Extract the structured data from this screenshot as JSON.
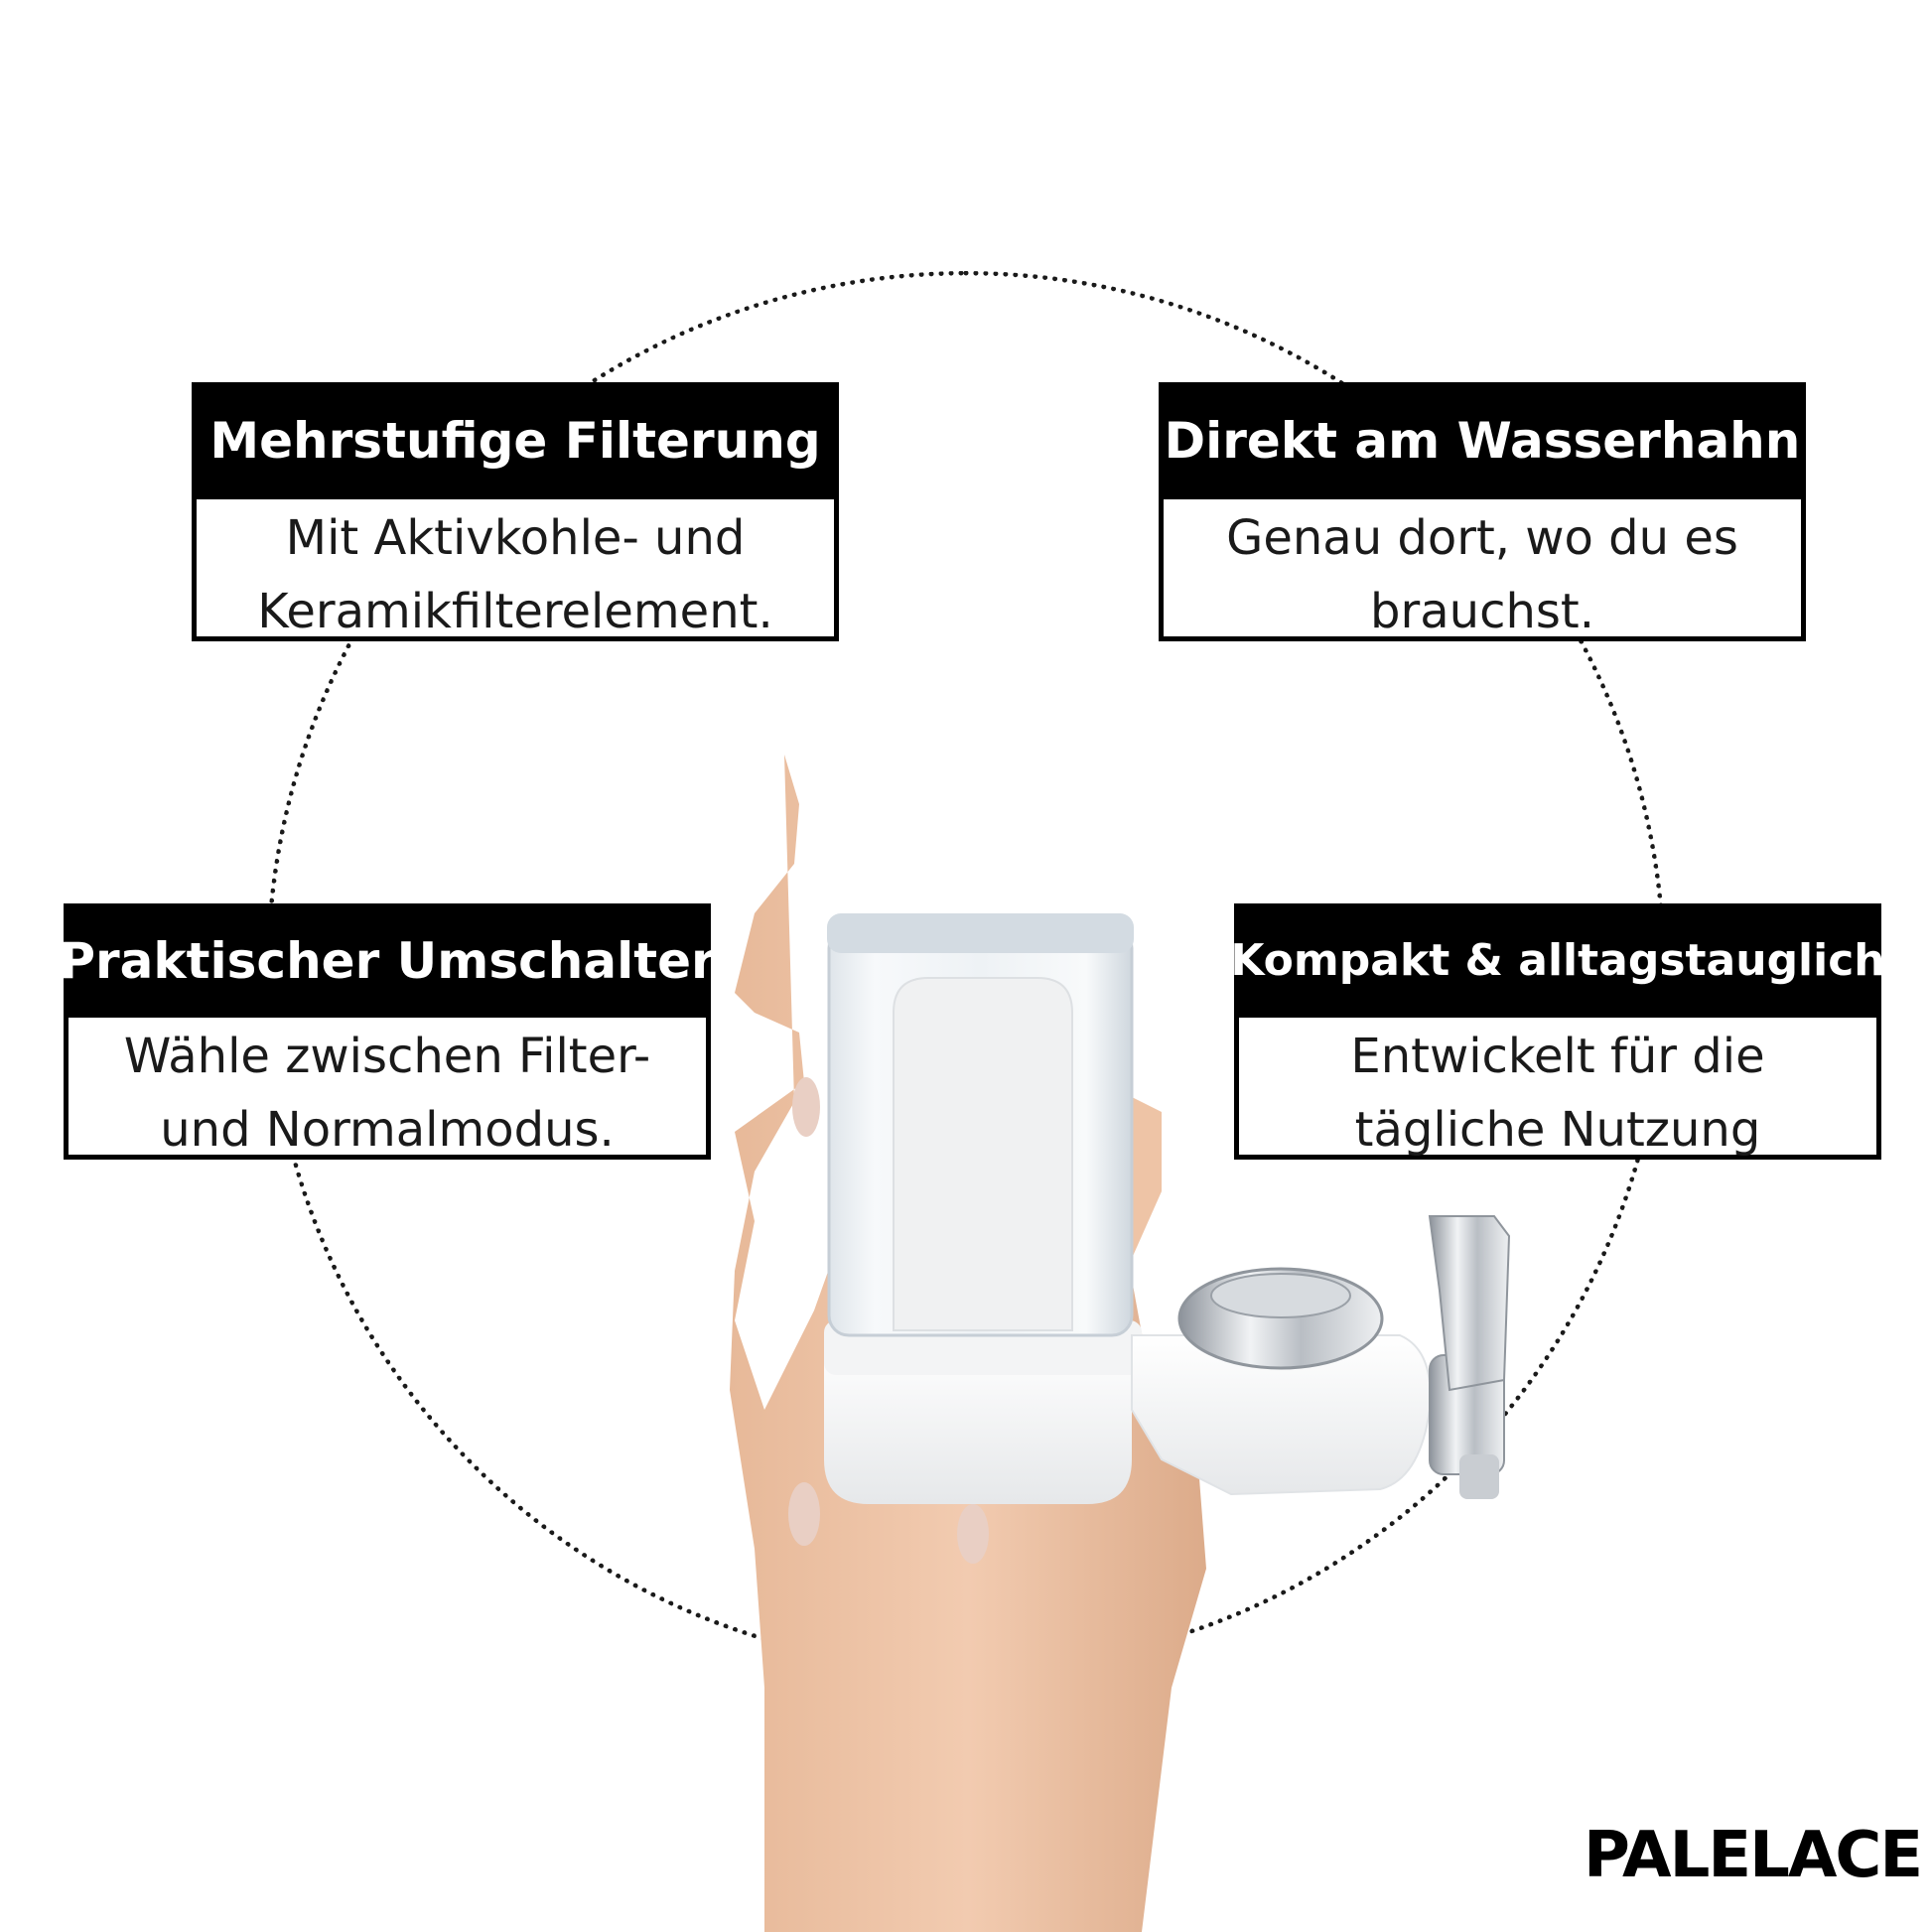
{
  "features": [
    {
      "title": "Mehrstufige Filterung",
      "lines": [
        "Mit Aktivkohle- und",
        "Keramikfilterelement."
      ]
    },
    {
      "title": "Direkt am Wasserhahn",
      "lines": [
        "Genau dort, wo du es",
        "brauchst."
      ]
    },
    {
      "title": "Praktischer Umschalter",
      "lines": [
        "Wähle zwischen Filter-",
        "und Normalmodus."
      ]
    },
    {
      "title": "Kompakt & alltagstauglich",
      "lines": [
        "Entwickelt für die",
        "tägliche Nutzung"
      ]
    }
  ],
  "brand": "PALELACE",
  "colors": {
    "card_header": "#000000",
    "ring": "#1a1a1a",
    "background": "#ffffff"
  }
}
